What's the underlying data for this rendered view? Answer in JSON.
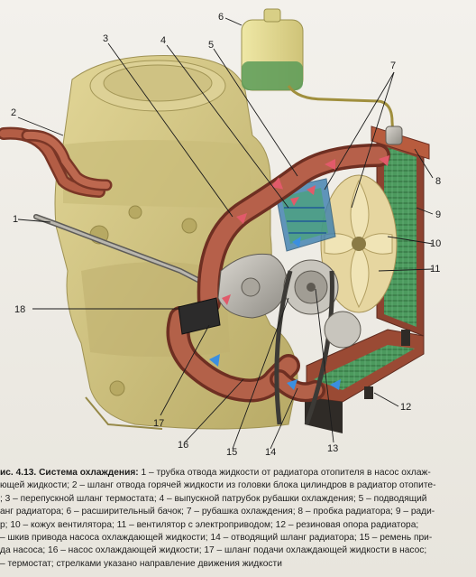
{
  "colors": {
    "engine": "#d4c685",
    "engine_shade": "#b6a865",
    "hose": "#a7513c",
    "hose_dark": "#6e2f22",
    "radiator": "#b85c3e",
    "radiator_core": "#3f8f57",
    "tank": "#e4dc8e",
    "tank_liquid": "#5a9b58",
    "arrow_hot": "#e15a6a",
    "arrow_cold": "#3b8fe0",
    "fan": "#e8d7a2",
    "pipe_metal": "#8c8a86",
    "background": "#ece9e1"
  },
  "callouts": [
    "1",
    "2",
    "3",
    "4",
    "5",
    "6",
    "7",
    "8",
    "9",
    "10",
    "11",
    "12",
    "13",
    "14",
    "15",
    "16",
    "17",
    "18"
  ],
  "caption": {
    "lines": [
      {
        "fig": "ис. 4.13. Система охлаждения:",
        "text": " 1 – трубка отвода жидкости от радиатора отопителя в насос охлаж-"
      },
      {
        "fig": "",
        "text": "ющей жидкости; 2 – шланг отвода горячей жидкости из головки блока цилиндров в радиатор отопите-"
      },
      {
        "fig": "",
        "text": "; 3 – перепускной шланг термостата; 4 – выпускной патрубок рубашки охлаждения; 5 – подводящий"
      },
      {
        "fig": "",
        "text": "анг радиатора; 6 – расширительный бачок; 7 – рубашка охлаждения; 8 – пробка радиатора; 9 – ради-"
      },
      {
        "fig": "",
        "text": "р; 10 – кожух вентилятора; 11 – вентилятор с электроприводом; 12 – резиновая опора радиатора;"
      },
      {
        "fig": "",
        "text": "– шкив привода насоса охлаждающей жидкости; 14 – отводящий шланг радиатора; 15 – ремень при-"
      },
      {
        "fig": "",
        "text": "да насоса; 16 – насос охлаждающей жидкости; 17 – шланг подачи охлаждающей жидкости в насос;"
      },
      {
        "fig": "",
        "text": "– термостат; стрелками указано направление движения жидкости"
      }
    ]
  }
}
